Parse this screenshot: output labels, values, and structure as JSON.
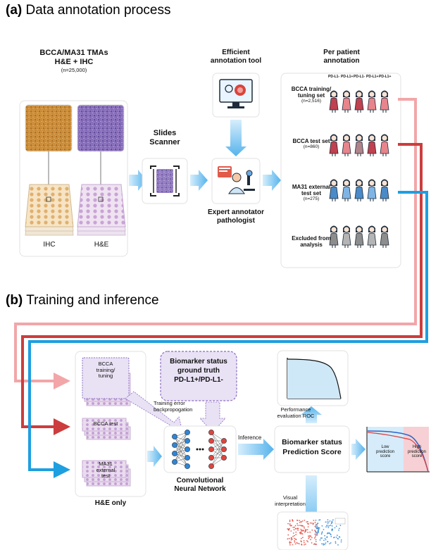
{
  "section_a": {
    "letter": "(a)",
    "title": "Data annotation process",
    "tma_title_line1": "BCCA/MA31 TMAs",
    "tma_title_line2": "H&E + IHC",
    "tma_count": "(n=25,000)",
    "ihc_label": "IHC",
    "he_label": "H&E",
    "scanner_label_line1": "Slides",
    "scanner_label_line2": "Scanner",
    "tool_label_line1": "Efficient",
    "tool_label_line2": "annotation tool",
    "annotator_label_line1": "Expert annotator",
    "annotator_label_line2": "pathologist",
    "per_patient_line1": "Per patient",
    "per_patient_line2": "annotation",
    "pdl_headers": [
      "PD-L1-",
      "PD-L1+",
      "PD-L1-",
      "PD-L1+",
      "PD-L1+"
    ],
    "groups": [
      {
        "line1": "BCCA training/",
        "line2": "tuning set",
        "count": "(n=2,516)",
        "color": "#c0414f"
      },
      {
        "line1": "BCCA test set",
        "line2": "",
        "count": "(n=860)",
        "color": "#c0414f"
      },
      {
        "line1": "MA31 external",
        "line2": "test set",
        "count": "(n=275)",
        "color": "#4a8ac8"
      },
      {
        "line1": "Excluded from",
        "line2": "analysis",
        "count": "",
        "color": "#9a9a9a"
      }
    ]
  },
  "section_b": {
    "letter": "(b)",
    "title": "Training and inference",
    "stack_train_line1": "BCCA",
    "stack_train_line2": "training/",
    "stack_train_line3": "tuning",
    "stack_test": "BCCA test",
    "stack_ext_line1": "MA31",
    "stack_ext_line2": "external",
    "stack_ext_line3": "test",
    "he_only": "H&E only",
    "gt_line1": "Biomarker status",
    "gt_line2": "ground truth",
    "gt_line3": "PD-L1+/PD-L1-",
    "backprop_line1": "Training error",
    "backprop_line2": "backpropogation",
    "cnn_line1": "Convolutional",
    "cnn_line2": "Neural Network",
    "inference": "Inference",
    "score_line1": "Biomarker status",
    "score_line2": "Prediction Score",
    "roc_line1": "Performance",
    "roc_line2": "evaluation ROC",
    "visual_line1": "Visual",
    "visual_line2": "interpretation",
    "low_line1": "Low",
    "low_line2": "prediction",
    "low_line3": "score",
    "high_line1": "High",
    "high_line2": "prediction",
    "high_line3": "score"
  },
  "colors": {
    "pink_line": "#f2a6a8",
    "red_line": "#cc3d3d",
    "blue_line": "#1e9fe0",
    "arrow_blue": "#62b8ec",
    "purple": "#8a6cc0",
    "purple_fill": "#e9e2f5"
  }
}
